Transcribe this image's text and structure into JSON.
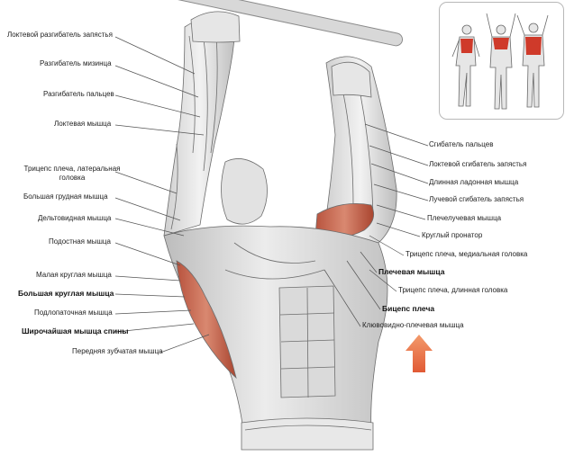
{
  "labels_left": [
    "Локтевой разгибатель запястья",
    "Разгибатель мизинца",
    "Разгибатель пальцев",
    "Локтевая мышца",
    "Трицепс плеча, латеральная головка",
    "Большая грудная мышца",
    "Дельтовидная мышца",
    "Подостная мышца",
    "Малая круглая мышца",
    "Большая круглая мышца",
    "Подлопаточная мышца",
    "Широчайшая мышца спины",
    "Передняя зубчатая мышца"
  ],
  "labels_right": [
    "Сгибатель пальцев",
    "Локтевой сгибатель запястья",
    "Длинная ладонная мышца",
    "Лучевой сгибатель запястья",
    "Плечелучевая мышца",
    "Круглый пронатор",
    "Трицепс плеча, медиальная головка",
    "Плечевая мышца",
    "Трицепс плеча, длинная головка",
    "Бицепс плеча",
    "Клювовидно-плечевая мышца"
  ],
  "colors": {
    "highlight": "#cf3a2a",
    "arrow": "#e8643c",
    "line": "#555555",
    "muscle_shade": "#b9b9b9"
  }
}
